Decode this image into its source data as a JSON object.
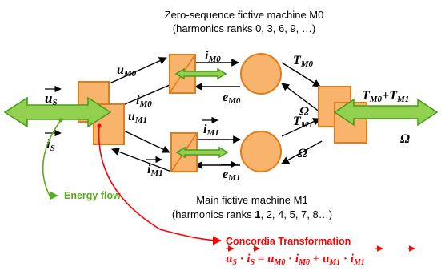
{
  "colors": {
    "block_fill": "#f8b46c",
    "block_stroke": "#e07c1a",
    "energy_arrow_fill": "#92d050",
    "energy_arrow_stroke": "#4a9a1c",
    "energy_label": "#5aab20",
    "concordia_red": "#ff0000",
    "wire": "#000000"
  },
  "top_title": {
    "line1": "Zero-sequence fictive machine M0",
    "line2": "(harmonics ranks 0, 3, 6, 9, …)"
  },
  "bottom_title": {
    "line1": "Main fictive machine M1",
    "line2_pre": "(harmonics ranks ",
    "line2_bold": "1",
    "line2_post": ", 2, 4, 5, 7, 8…)"
  },
  "labels": {
    "us": {
      "base": "u",
      "sub": "S"
    },
    "is": {
      "base": "i",
      "sub": "S"
    },
    "um0": {
      "base": "u",
      "sub": "M0"
    },
    "im0_top": {
      "base": "i",
      "sub": "M0"
    },
    "im0_left": {
      "base": "i",
      "sub": "M0"
    },
    "em0": {
      "base": "e",
      "sub": "M0"
    },
    "tm0": {
      "base": "T",
      "sub": "M0"
    },
    "omega_top": "Ω",
    "um1": {
      "base": "u",
      "sub": "M1"
    },
    "im1_top": {
      "base": "i",
      "sub": "M1"
    },
    "im1_left": {
      "base": "i",
      "sub": "M1"
    },
    "em1": {
      "base": "e",
      "sub": "M1"
    },
    "tm1": {
      "base": "T",
      "sub": "M1"
    },
    "omega_bottom": "Ω",
    "omega_right": "Ω",
    "tsum": {
      "t1": "T",
      "s1": "M0",
      "plus": "+",
      "t2": "T",
      "s2": "M1"
    }
  },
  "energy_flow_label": "Energy flow",
  "concordia": {
    "title": "Concordia Transformation",
    "formula": {
      "u1": "u",
      "s1": "S",
      "dot1": " · ",
      "i1": "i",
      "s2": "S",
      "eq": " = ",
      "u2": "u",
      "s3": "M0",
      "dot2": " · ",
      "i2": "i",
      "s4": "M0",
      "plus": " + ",
      "u3": "u",
      "s5": "M1",
      "dot3": " · ",
      "i3": "i",
      "s6": "M1"
    }
  }
}
